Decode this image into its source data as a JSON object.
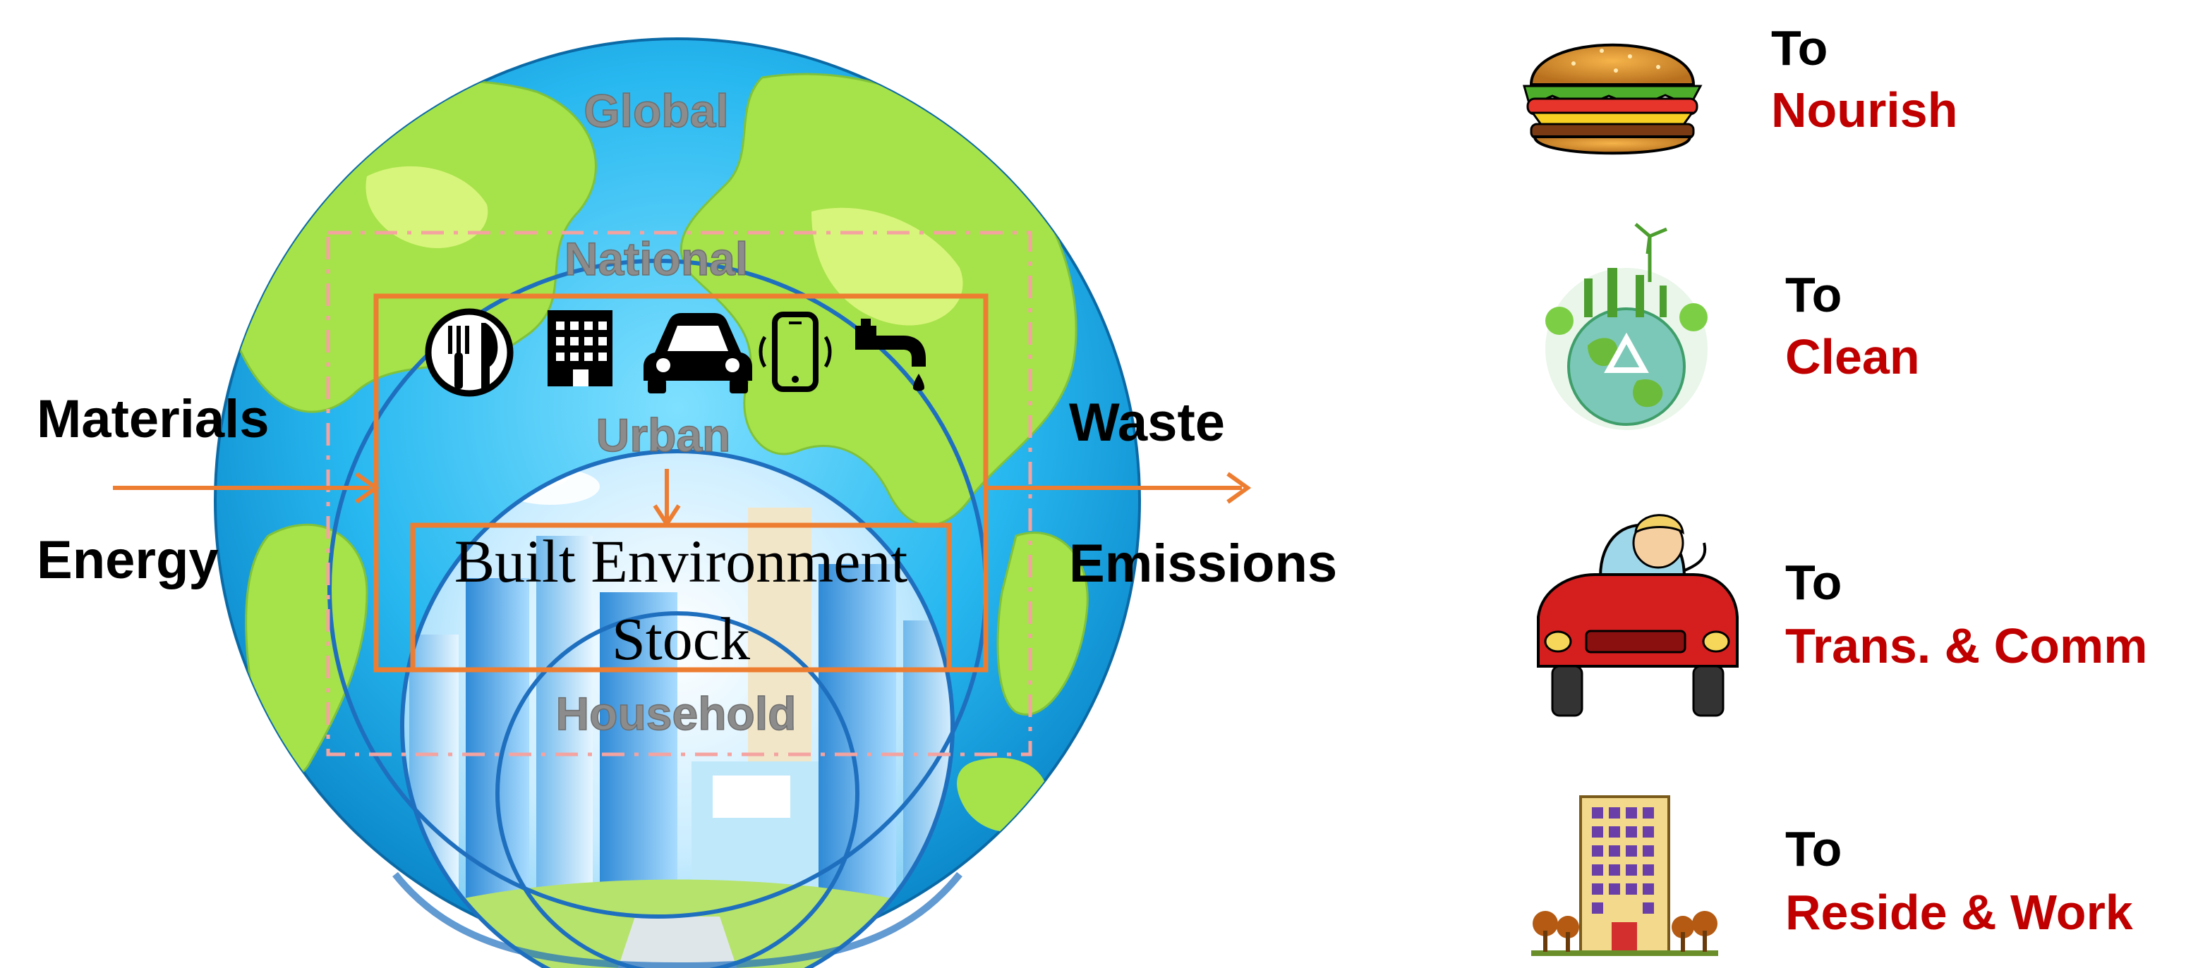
{
  "inputs": {
    "materials": "Materials",
    "energy": "Energy"
  },
  "outputs": {
    "waste": "Waste",
    "emissions": "Emissions"
  },
  "scales": {
    "global": "Global",
    "national": "National",
    "urban": "Urban",
    "household": "Household"
  },
  "center": {
    "line1": "Built Environment",
    "line2": "Stock"
  },
  "service_icons": [
    "food-icon",
    "building-icon",
    "car-icon",
    "phone-icon",
    "water-tap-icon"
  ],
  "purposes": [
    {
      "to": "To",
      "label": "Nourish",
      "icon": "burger-icon"
    },
    {
      "to": "To",
      "label": "Clean",
      "icon": "recycle-globe-icon"
    },
    {
      "to": "To",
      "label": "Trans. & Comm",
      "icon": "car-driver-icon"
    },
    {
      "to": "To",
      "label": "Reside & Work",
      "icon": "apartment-building-icon"
    }
  ],
  "colors": {
    "arrow": "#ed7d31",
    "ring": "#1f6fbf",
    "purpose_text": "#c00000",
    "scale_text": "#8c8c8c"
  }
}
